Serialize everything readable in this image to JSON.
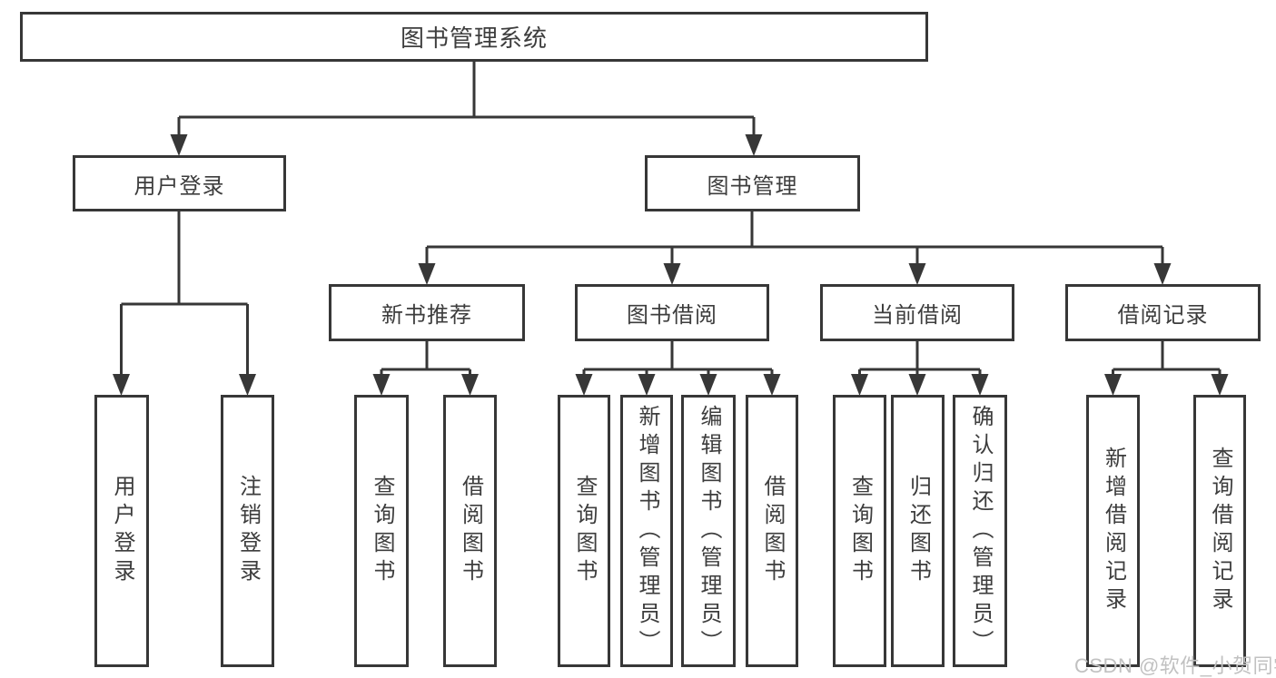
{
  "diagram": {
    "root": "图书管理系统",
    "level2": {
      "user_login": "用户登录",
      "book_mgmt": "图书管理"
    },
    "level3": {
      "new_books": "新书推荐",
      "book_borrow": "图书借阅",
      "current_borrow": "当前借阅",
      "borrow_records": "借阅记录"
    },
    "leaves": {
      "user_login": [
        "用户登录",
        "注销登录"
      ],
      "new_books": [
        "查询图书",
        "借阅图书"
      ],
      "book_borrow": [
        "查询图书",
        "新增图书（管理员）",
        "编辑图书（管理员）",
        "借阅图书"
      ],
      "current_borrow": [
        "查询图书",
        "归还图书",
        "确认归还（管理员）"
      ],
      "borrow_records": [
        "新增借阅记录",
        "查询借阅记录"
      ]
    },
    "colors": {
      "line": "#373737",
      "text": "#3d3d3d",
      "background": "#ffffff",
      "watermark": "#c1c1c1"
    }
  },
  "watermark": "CSDN @软件_小贺同学"
}
